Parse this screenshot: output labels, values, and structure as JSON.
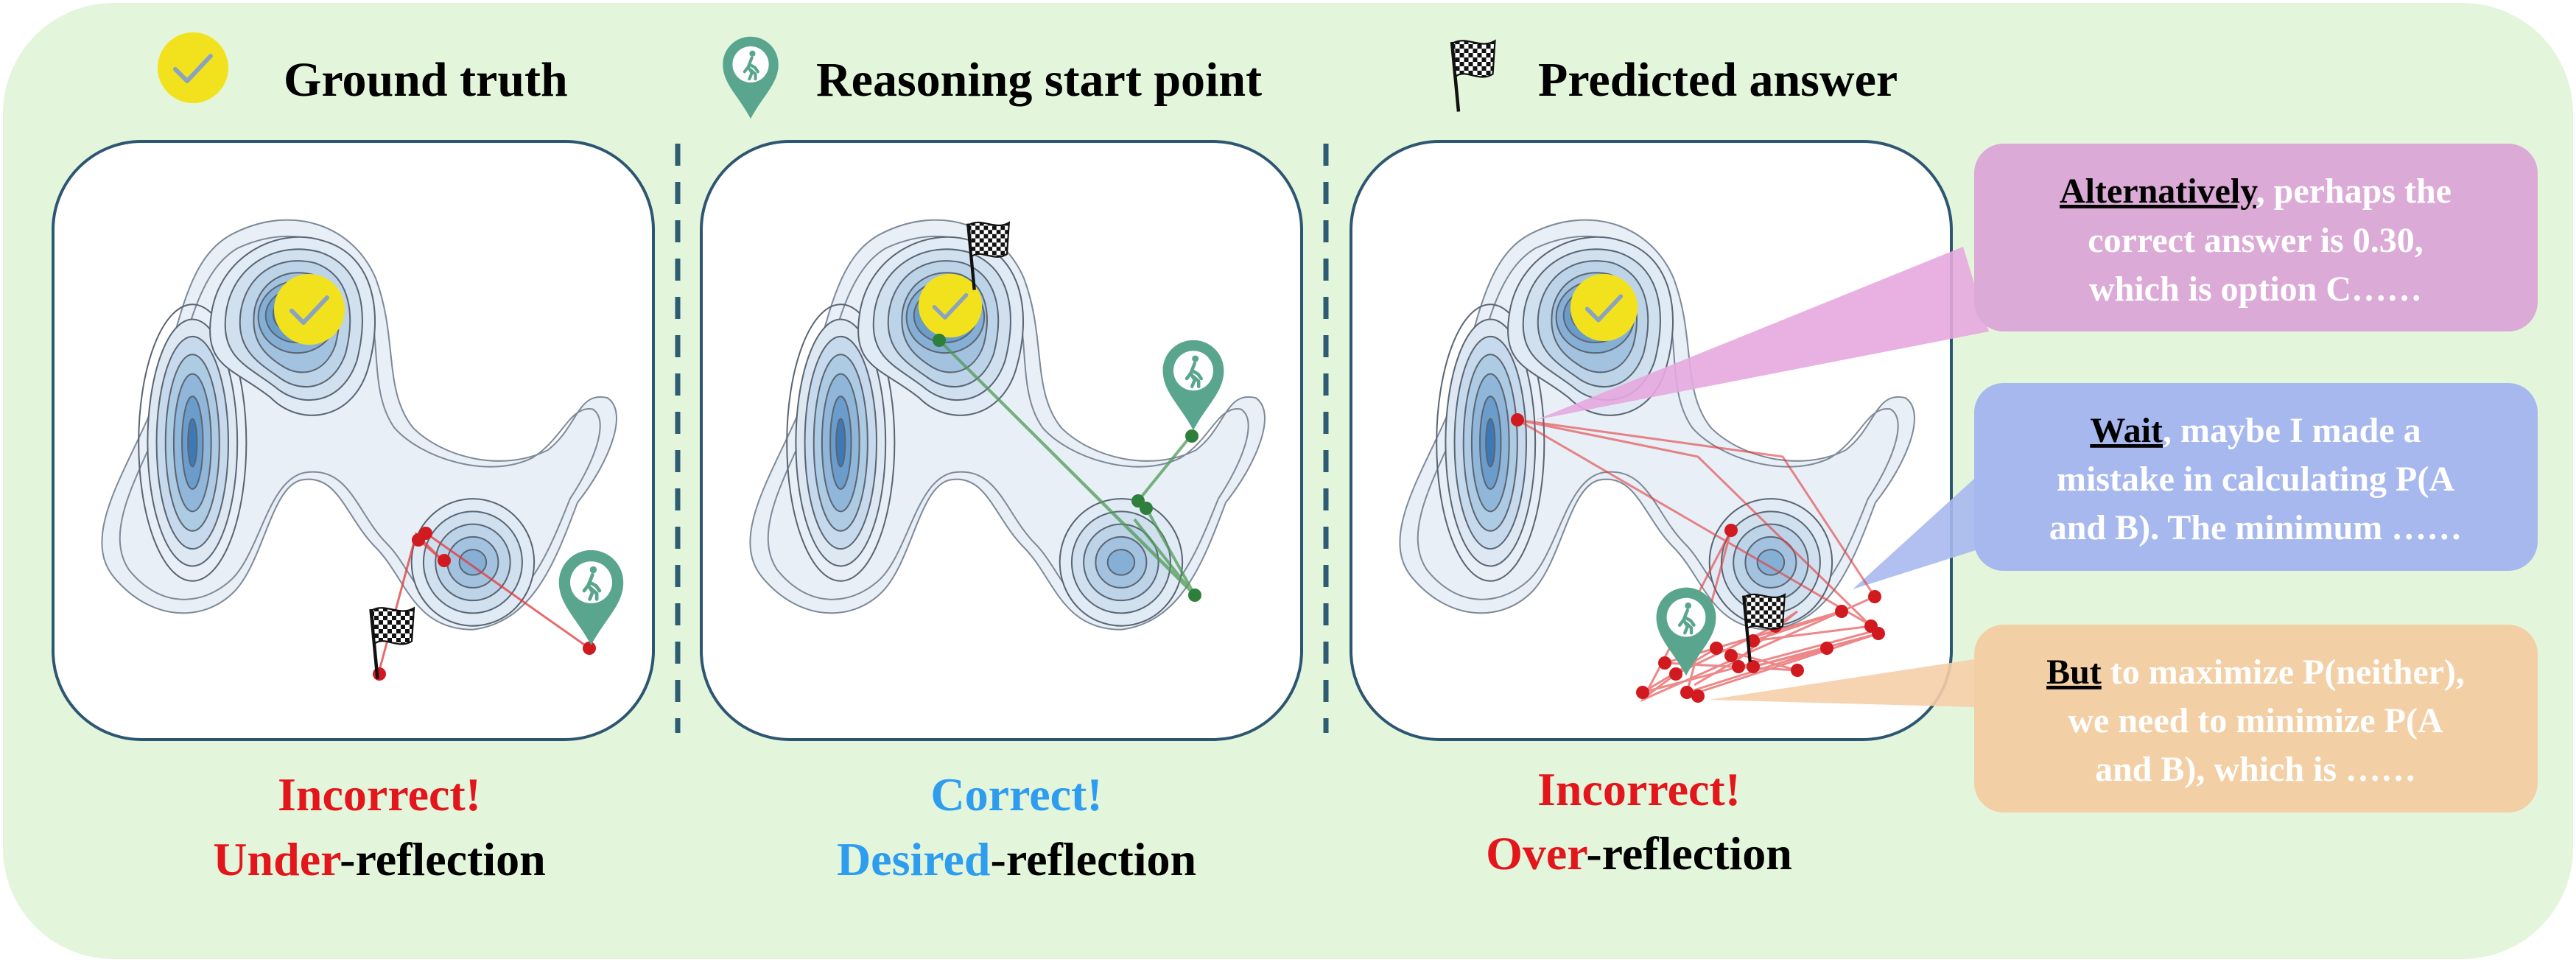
{
  "legend": {
    "ground_truth": "Ground truth",
    "start_point": "Reasoning start point",
    "predicted": "Predicted answer"
  },
  "panels": [
    {
      "verdict": "Incorrect!",
      "prefix": "Under",
      "suffix": "-reflection",
      "verdict_color": "#e3161c",
      "prefix_color": "#e3161c"
    },
    {
      "verdict": "Correct!",
      "prefix": "Desired",
      "suffix": "-reflection",
      "verdict_color": "#2e9df0",
      "prefix_color": "#2e9df0"
    },
    {
      "verdict": "Incorrect!",
      "prefix": "Over",
      "suffix": "-reflection",
      "verdict_color": "#e3161c",
      "prefix_color": "#e3161c"
    }
  ],
  "bubbles": [
    {
      "keyword": "Alternatively",
      "line1_rest": ", perhaps the",
      "line2": "correct answer is 0.30,",
      "line3": "which is option C……",
      "color": "#dcaad6"
    },
    {
      "keyword": "Wait",
      "line1_rest": ", maybe I made a",
      "line2": "mistake in calculating P(A",
      "line3": "and B). The minimum ……",
      "color": "#a7b8ee"
    },
    {
      "keyword": "But",
      "line1_rest": " to maximize P(neither),",
      "line2": "we need to minimize P(A",
      "line3": "and B), which is ……",
      "color": "#f3cfa6"
    }
  ],
  "colors": {
    "background": "#e3f6dc",
    "ground_truth_marker": "#f2e21d",
    "start_marker": "#5aa58e",
    "wrong_path": "#e2383a",
    "right_path": "#2f7f3c"
  },
  "icons": [
    "check-icon",
    "walking-person-icon",
    "checkered-flag-icon"
  ]
}
